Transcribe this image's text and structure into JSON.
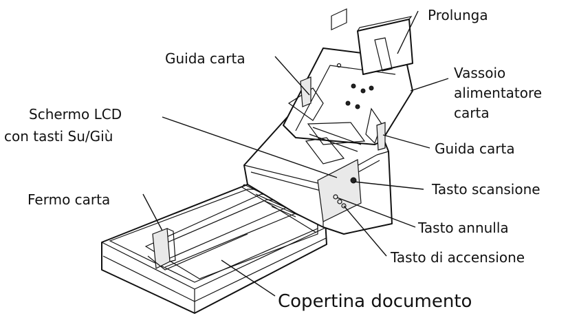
{
  "labels": {
    "prolunga": "Prolunga",
    "guida_carta_top": "Guida carta",
    "vassoio_line1": "Vassoio",
    "vassoio_line2": "alimentatore",
    "vassoio_line3": "carta",
    "schermo_line1": "Schermo LCD",
    "schermo_line2": "con tasti Su/Giù",
    "guida_carta_right": "Guida carta",
    "tasto_scansione": "Tasto scansione",
    "fermo_carta": "Fermo carta",
    "tasto_annulla": "Tasto annulla",
    "tasto_accensione": "Tasto di accensione",
    "copertina_documento": "Copertina documento"
  }
}
